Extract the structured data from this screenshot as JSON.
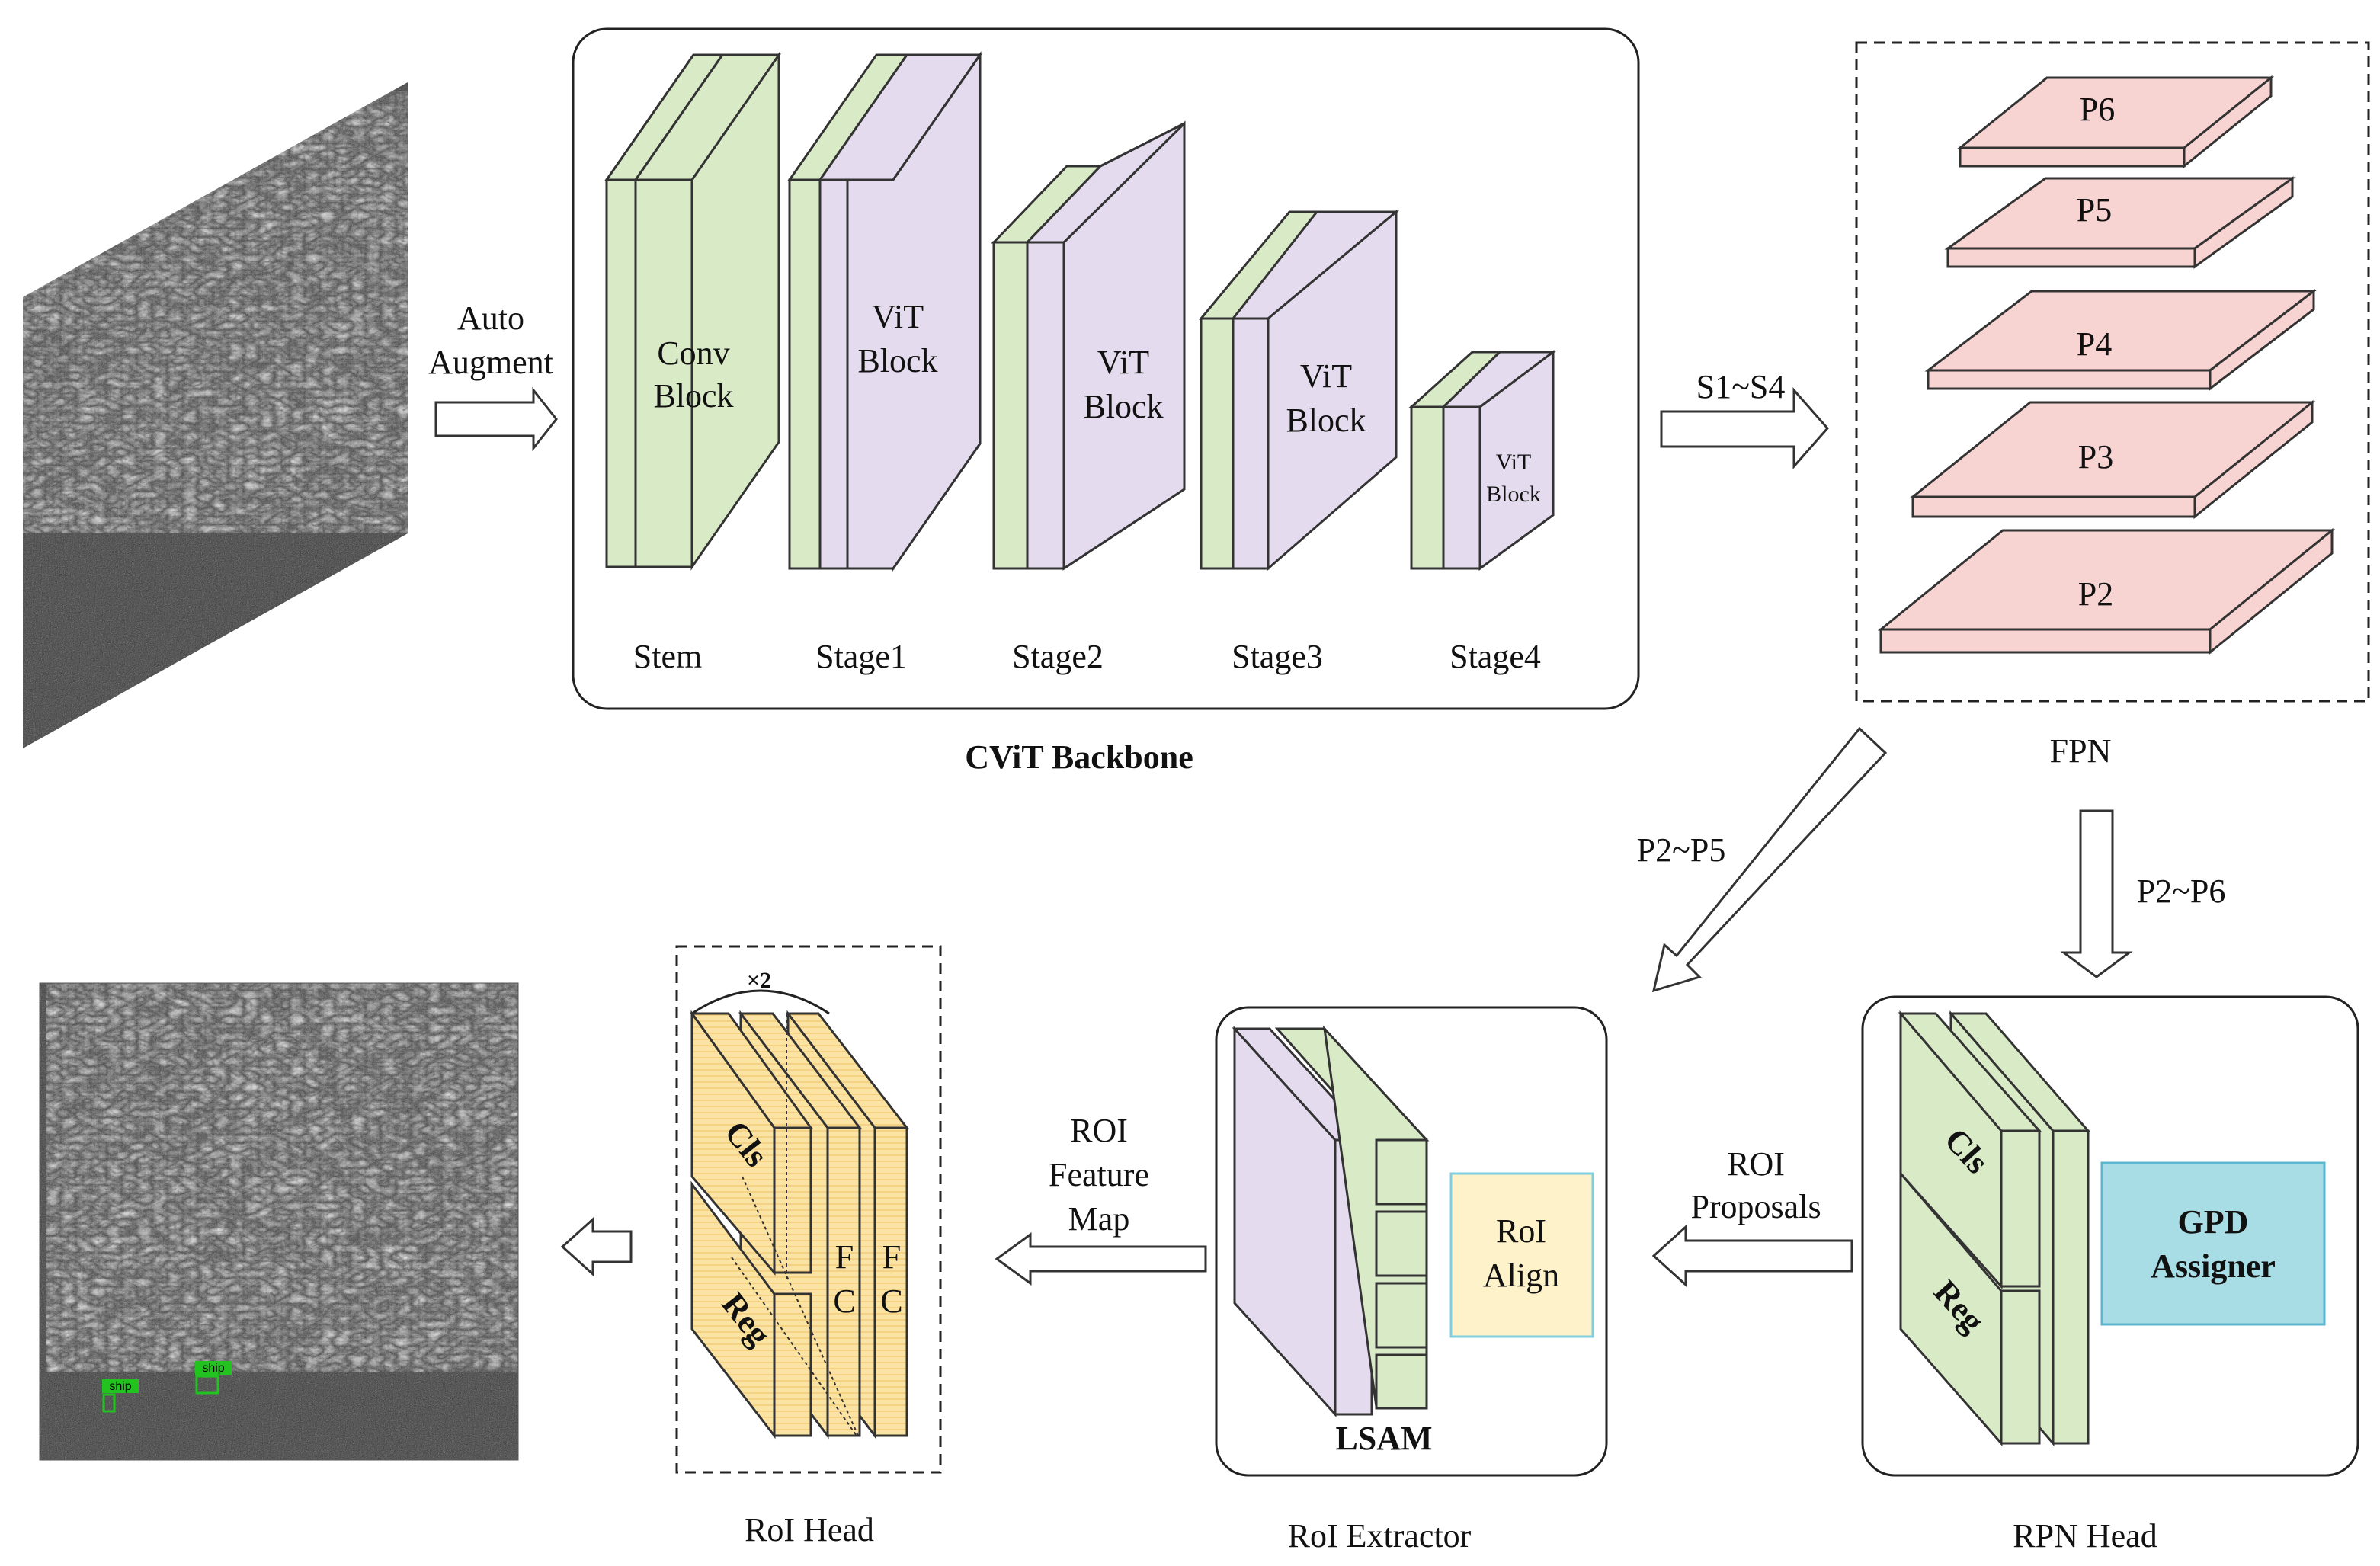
{
  "colors": {
    "conv_green": "#d9eac7",
    "vit_purple": "#e4dbee",
    "fpn_pink": "#f7d3d1",
    "head_yellow": "#fbe3a4",
    "roi_align_fill": "#fdf2c9",
    "roi_align_border": "#7ecfe0",
    "gpd_fill": "#a9dde6",
    "gpd_border": "#5ab7cf",
    "detection_green": "#22c31e"
  },
  "input": {
    "arrow_label_1": "Auto",
    "arrow_label_2": "Augment"
  },
  "backbone": {
    "title": "CViT Backbone",
    "stem": {
      "block_line1": "Conv",
      "block_line2": "Block",
      "label": "Stem"
    },
    "stages": [
      {
        "block_line1": "ViT",
        "block_line2": "Block",
        "label": "Stage1"
      },
      {
        "block_line1": "ViT",
        "block_line2": "Block",
        "label": "Stage2"
      },
      {
        "block_line1": "ViT",
        "block_line2": "Block",
        "label": "Stage3"
      },
      {
        "block_line1": "ViT",
        "block_line2": "Block",
        "label": "Stage4"
      }
    ]
  },
  "arrows": {
    "backbone_to_fpn": "S1~S4",
    "fpn_to_extractor": "P2~P5",
    "fpn_to_rpn": "P2~P6",
    "rpn_to_extractor_1": "ROI",
    "rpn_to_extractor_2": "Proposals",
    "extractor_to_head_1": "ROI",
    "extractor_to_head_2": "Feature",
    "extractor_to_head_3": "Map"
  },
  "fpn": {
    "title": "FPN",
    "levels": [
      "P6",
      "P5",
      "P4",
      "P3",
      "P2"
    ]
  },
  "rpn_head": {
    "title": "RPN Head",
    "cls": "Cls",
    "reg": "Reg",
    "assigner_1": "GPD",
    "assigner_2": "Assigner"
  },
  "roi_extractor": {
    "title": "RoI Extractor",
    "module": "LSAM",
    "align_1": "RoI",
    "align_2": "Align"
  },
  "roi_head": {
    "title": "RoI Head",
    "repeat": "×2",
    "cls": "Cls",
    "reg": "Reg",
    "fc_f": "F",
    "fc_c": "C"
  },
  "output": {
    "detections": [
      "ship",
      "ship"
    ]
  }
}
